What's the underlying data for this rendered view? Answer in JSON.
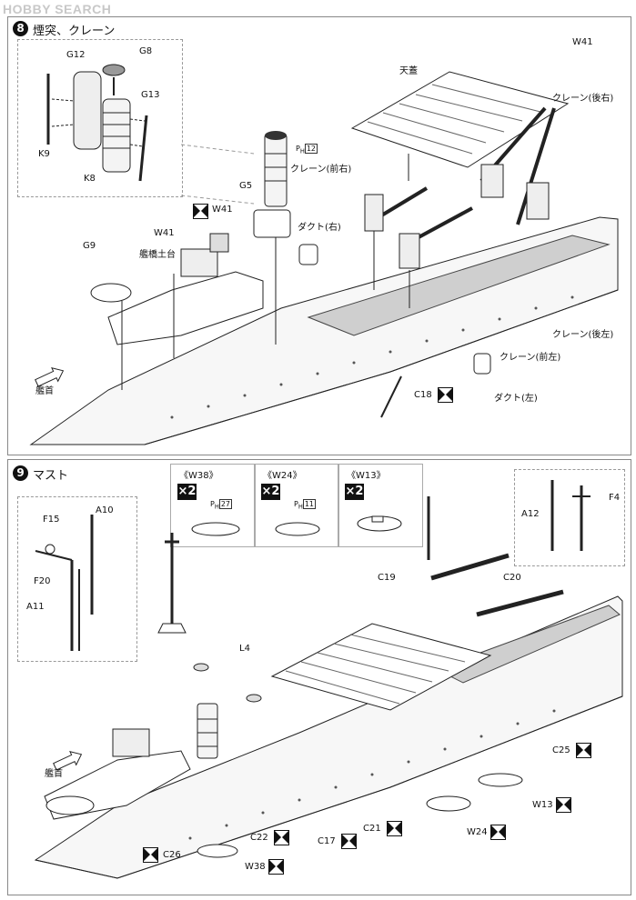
{
  "watermark": "HOBBY SEARCH",
  "step8": {
    "number": "8",
    "title": "煙突、クレーン",
    "labels": {
      "g12": "G12",
      "g8": "G8",
      "g13": "G13",
      "k9": "K9",
      "k8": "K8",
      "ph12_p": "P",
      "ph12_h": "H",
      "ph12_n": "12",
      "g5": "G5",
      "w41a": "W41",
      "w41b": "W41",
      "w41c": "W41",
      "tengai": "天蓋",
      "crane_rr": "クレーン(後右)",
      "crane_fr": "クレーン(前右)",
      "duct_r": "ダクト(右)",
      "g9": "G9",
      "bridge_base": "艦橋土台",
      "crane_rl": "クレーン(後左)",
      "crane_fl": "クレーン(前左)",
      "c18": "C18",
      "duct_l": "ダクト(左)",
      "bow": "艦首"
    }
  },
  "step9": {
    "number": "9",
    "title": "マスト",
    "boats": [
      {
        "name": "《W38》",
        "count": "×2",
        "ph": "27"
      },
      {
        "name": "《W24》",
        "count": "×2",
        "ph": "11"
      },
      {
        "name": "《W13》",
        "count": "×2",
        "ph": ""
      }
    ],
    "labels": {
      "f15": "F15",
      "a10": "A10",
      "f20": "F20",
      "a11": "A11",
      "a12": "A12",
      "f4": "F4",
      "c19": "C19",
      "c20": "C20",
      "l4": "L4",
      "c25": "C25",
      "w13": "W13",
      "w24": "W24",
      "c21": "C21",
      "c17": "C17",
      "c22": "C22",
      "c26": "C26",
      "w38": "W38",
      "bow": "艦首"
    }
  }
}
